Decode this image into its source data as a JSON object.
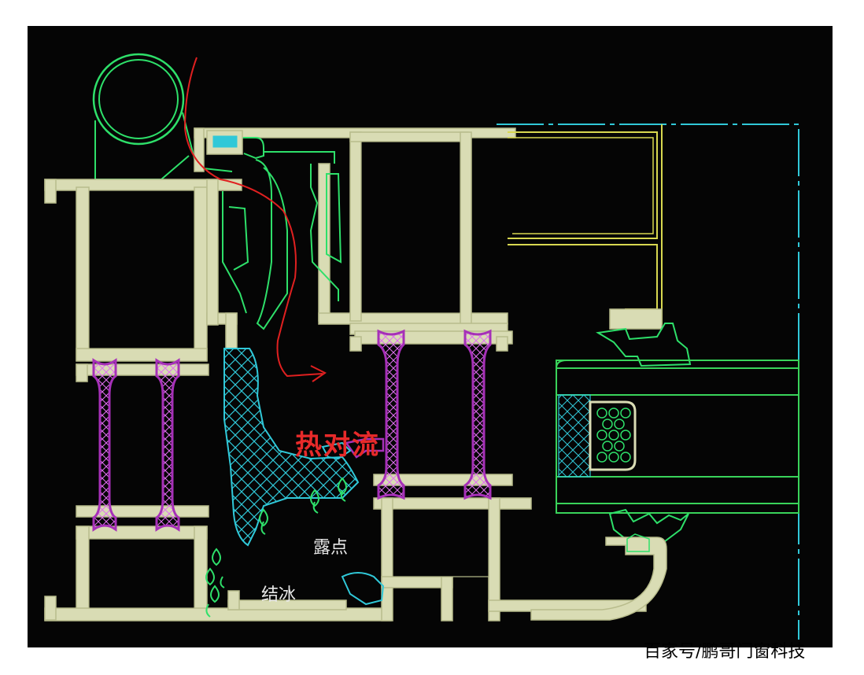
{
  "diagram": {
    "labels": {
      "heat_convection": "热对流",
      "dew_point": "露点",
      "icing": "结冰"
    },
    "watermark": "百家号/鹏哥门窗科技"
  },
  "colors": {
    "background": "#050505",
    "profile_fill": "#d9dcb4",
    "profile_stroke": "#b8bc8c",
    "gasket_green": "#2ee06a",
    "gasket_yellow": "#d8d850",
    "glass_green": "#39d35a",
    "thermal_break": "#a630b8",
    "foam_cyan": "#30c8d8",
    "heat_flow_red": "#e02020",
    "label_red": "#e82a2a",
    "label_white": "#e8e8e8"
  }
}
